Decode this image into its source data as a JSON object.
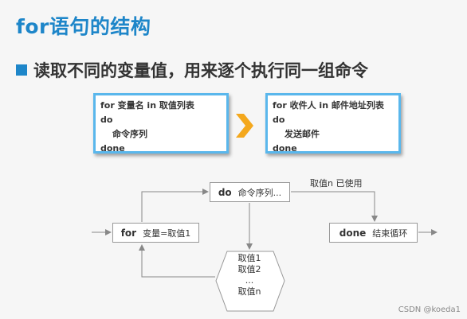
{
  "title": "for语句的结构",
  "subtitle": "读取不同的变量值，用来逐个执行同一组命令",
  "code_left": {
    "line1": "for 变量名 in 取值列表",
    "line2": "do",
    "line3": "命令序列",
    "line4": "done"
  },
  "code_right": {
    "line1": "for 收件人 in 邮件地址列表",
    "line2": "do",
    "line3": "发送邮件",
    "line4": "done"
  },
  "flow": {
    "do_keyword": "do",
    "do_text": "命令序列...",
    "for_keyword": "for",
    "for_text": "变量=取值1",
    "done_keyword": "done",
    "done_text": "结束循环",
    "values_line1": "取值1",
    "values_line2": "取值2",
    "values_line3": "...",
    "values_line4": "取值n",
    "used_label": "取值n 已使用"
  },
  "watermark": "CSDN @koeda1",
  "colors": {
    "accent": "#1e86c9",
    "box_border": "#5ab7ec",
    "chevron": "#f4a81d"
  }
}
